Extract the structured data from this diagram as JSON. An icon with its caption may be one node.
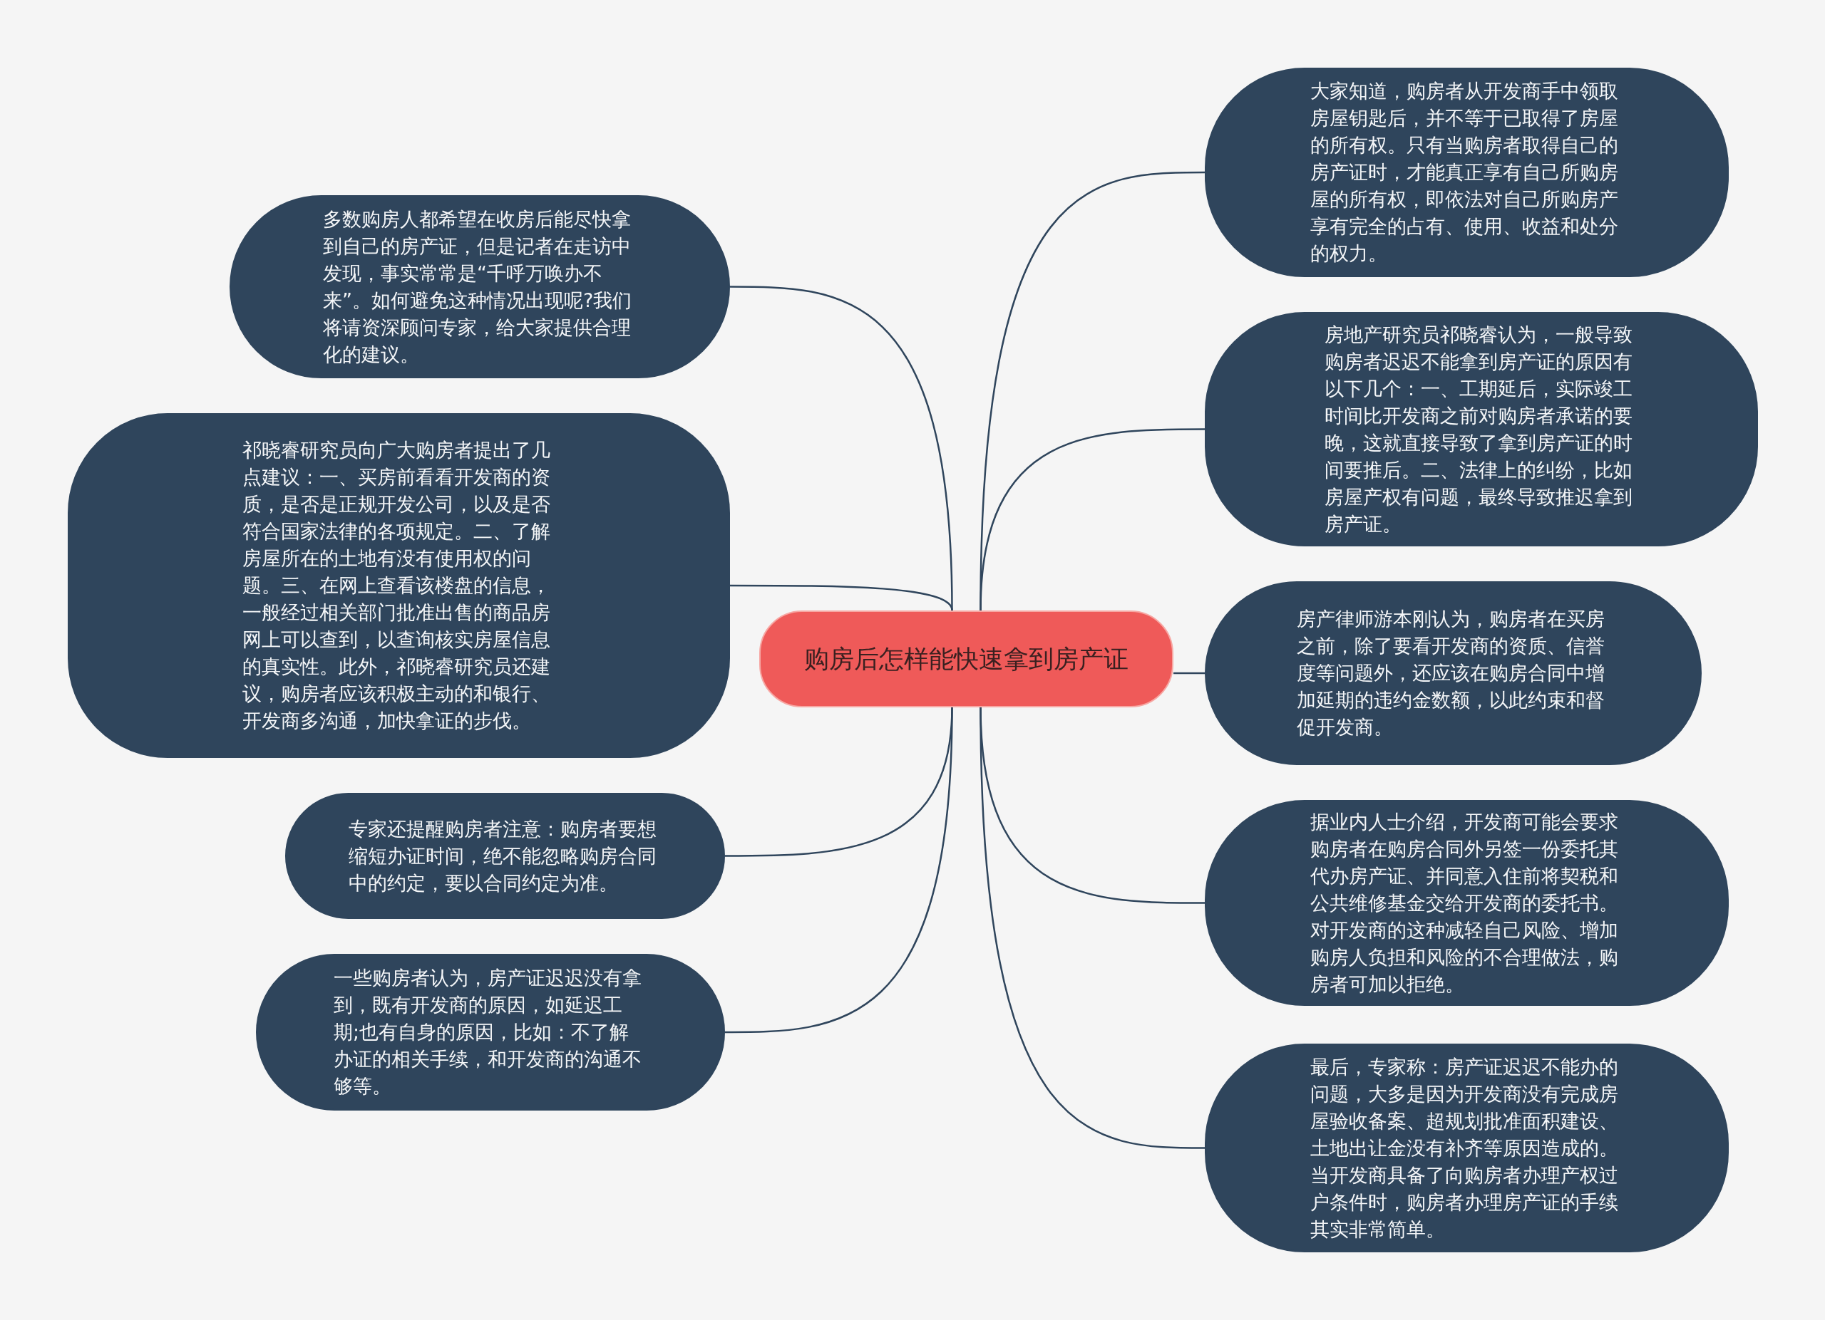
{
  "diagram": {
    "nodes": [
      {
        "text": [
          "购房后怎样能快速拿到房产证"
        ]
      },
      {
        "text": [
          "大家知道，购房者从开发商手中领取房屋钥匙后，并不等于已取得了房屋的所有权。只有当购房者取得自己的房产证时，才能真正享有自己所购房屋的所有权，即依法对自己所购房产享有完全的占有、使用、收益和处分的权力。"
        ]
      },
      {
        "text": [
          "房地产研究员祁晓睿认为，一般导致购房者迟迟不能拿到房产证的原因有以下几个：一、工期延后，实际竣工时间比开发商之前对购房者承诺的要晚，这就直接导致了拿到房产证的时间要推后。二、法律上的纠纷，比如房屋产权有问题，最终导致推迟拿到房产证。"
        ]
      },
      {
        "text": [
          "房产律师游本刚认为，购房者在买房之前，除了要看开发商的资质、信誉度等问题外，还应该在购房合同中增加延期的违约金数额，以此约束和督促开发商。"
        ]
      },
      {
        "text": [
          "据业内人士介绍，开发商可能会要求购房者在购房合同外另签一份委托其代办房产证、并同意入住前将契税和公共维修基金交给开发商的委托书。对开发商的这种减轻自己风险、增加购房人负担和风险的不合理做法，购房者可加以拒绝。"
        ]
      },
      {
        "text": [
          "最后，专家称：房产证迟迟不能办的问题，大多是因为开发商没有完成房屋验收备案、超规划批准面积建设、土地出让金没有补齐等原因造成的。当开发商具备了向购房者办理产权过户条件时，购房者办理房产证的手续其实非常简单。"
        ]
      },
      {
        "text": [
          "多数购房人都希望在收房后能尽快拿到自己的房产证，但是记者在走访中发现，事实常常是“千呼万唤办不来”。如何避免这种情况出现呢?我们将请资深顾问专家，给大家提供合理化的建议。"
        ]
      },
      {
        "text": [
          "祁晓睿研究员向广大购房者提出了几点建议：一、买房前看看开发商的资质，是否是正规开发公司，以及是否符合国家法律的各项规定。二、了解房屋所在的土地有没有使用权的问题。三、在网上查看该楼盘的信息，一般经过相关部门批准出售的商品房网上可以查到，以查询核实房屋信息的真实性。此外，祁晓睿研究员还建议，购房者应该积极主动的和银行、开发商多沟通，加快拿证的步伐。"
        ]
      },
      {
        "text": [
          "专家还提醒购房者注意：购房者要想缩短办证时间，绝不能忽略购房合同中的约定，要以合同约定为准。"
        ]
      },
      {
        "text": [
          "一些购房者认为，房产证迟迟没有拿到，既有开发商的原因，如延迟工期;也有自身的原因，比如：不了解办证的相关手续，和开发商的沟通不够等。"
        ]
      }
    ],
    "edges": [
      {
        "from": 0,
        "to": 1,
        "arrow": "none"
      },
      {
        "from": 0,
        "to": 2,
        "arrow": "none"
      },
      {
        "from": 0,
        "to": 3,
        "arrow": "none"
      },
      {
        "from": 0,
        "to": 4,
        "arrow": "none"
      },
      {
        "from": 0,
        "to": 5,
        "arrow": "none"
      },
      {
        "from": 0,
        "to": 6,
        "arrow": "none"
      },
      {
        "from": 0,
        "to": 7,
        "arrow": "none"
      },
      {
        "from": 0,
        "to": 8,
        "arrow": "none"
      },
      {
        "from": 0,
        "to": 9,
        "arrow": "none"
      }
    ]
  }
}
